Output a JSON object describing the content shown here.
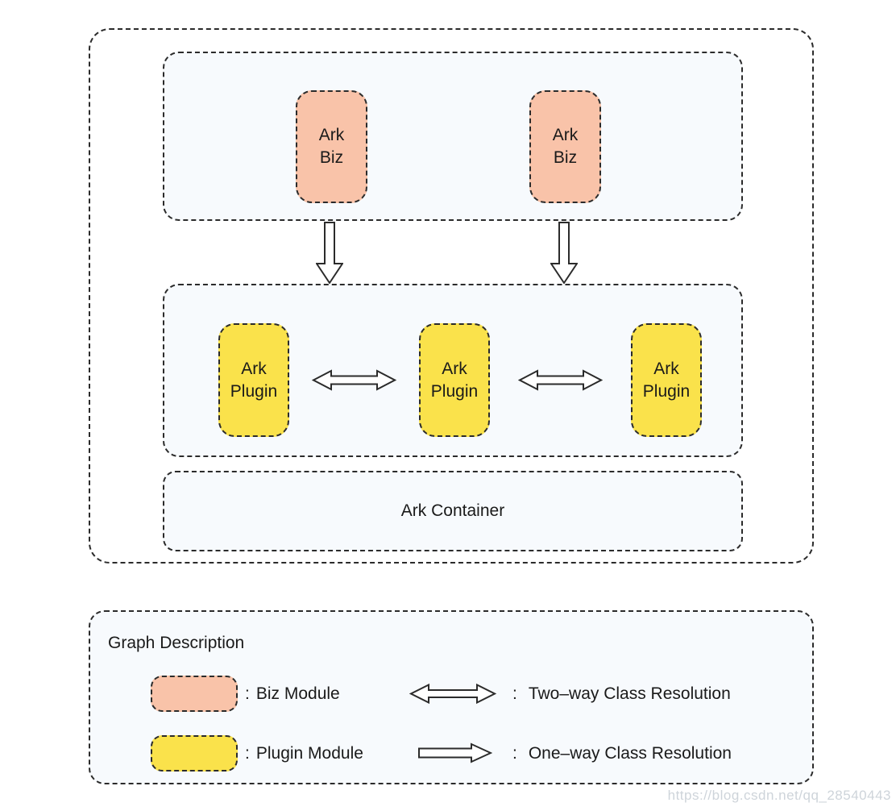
{
  "diagram": {
    "biz_layer": {
      "boxes": [
        {
          "line1": "Ark",
          "line2": "Biz"
        },
        {
          "line1": "Ark",
          "line2": "Biz"
        }
      ]
    },
    "plugin_layer": {
      "boxes": [
        {
          "line1": "Ark",
          "line2": "Plugin"
        },
        {
          "line1": "Ark",
          "line2": "Plugin"
        },
        {
          "line1": "Ark",
          "line2": "Plugin"
        }
      ]
    },
    "container": {
      "label": "Ark Container"
    }
  },
  "legend": {
    "title": "Graph Description",
    "colon": ":",
    "items": [
      {
        "type": "biz-swatch",
        "label": "Biz Module"
      },
      {
        "type": "plugin-swatch",
        "label": "Plugin Module"
      },
      {
        "type": "two-way-arrow",
        "label": "Two–way Class Resolution"
      },
      {
        "type": "one-way-arrow",
        "label": "One–way Class Resolution"
      }
    ]
  },
  "watermark": {
    "text": "https://blog.csdn.net/qq_28540443"
  },
  "colors": {
    "biz_module_fill": "#f9c3a9",
    "plugin_module_fill": "#fae24b",
    "layer_fill": "#f7fafd",
    "dash_border": "#2b2b2b",
    "watermark": "#c5ccd3"
  },
  "icons": {
    "down_arrow": "one-way class resolution arrow (downward)",
    "two_way_arrow": "two-way class resolution arrow (horizontal)",
    "one_way_arrow": "one-way class resolution arrow (horizontal)"
  }
}
